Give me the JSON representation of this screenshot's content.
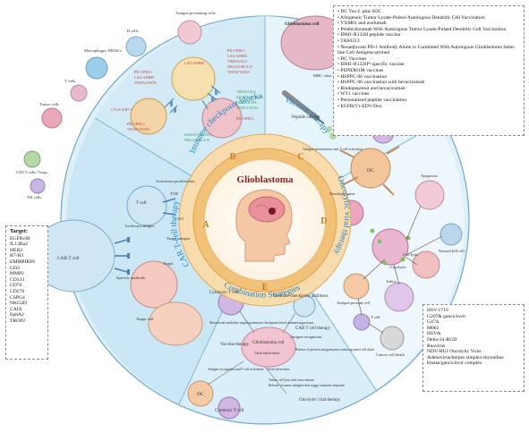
{
  "colors": {
    "sector_a": "#bfe3f3",
    "sector_b": "#cfe9f6",
    "sector_c": "#dff1fa",
    "sector_d": "#e6f4fb",
    "sector_e": "#d6ecf7",
    "ring_outer": "#f7d7a8",
    "ring_inner": "#f3bf74",
    "center": "#ffffff",
    "title_red": "#8b1a1a",
    "arc_text": "#1f86c8",
    "cell_purple": "#b48fd0",
    "cell_blue": "#7db6e0",
    "cell_green": "#9ad07a"
  },
  "center": {
    "title": "Glioblastoma"
  },
  "sectors": {
    "a": {
      "letter": "A",
      "arc_label": "CAR T-cell therapy"
    },
    "b": {
      "letter": "B",
      "arc_label": "Immune checkpoint blockade"
    },
    "c": {
      "letter": "C",
      "arc_label": "Vaccine therapy"
    },
    "d": {
      "letter": "D",
      "arc_label": "Oncolytic viral therapy"
    },
    "e": {
      "letter": "E",
      "arc_label": "Combination Strategies"
    }
  },
  "checkpoint": {
    "labels": [
      "B cells",
      "Antigen presenting cells",
      "Macrophages /MDSCs",
      "T cells",
      "Tumor cells",
      "CD4 T cells /Tregs",
      "NK cells"
    ],
    "molecules": [
      {
        "text": "PD-1/PDL1",
        "color": "#c0392b"
      },
      {
        "text": "LAG-3/MHC",
        "color": "#c0392b"
      },
      {
        "text": "TIM3/GAL9",
        "color": "#c0392b"
      },
      {
        "text": "NKG2A/HLA-E",
        "color": "#c0392b"
      },
      {
        "text": "VISTA/VSIG3",
        "color": "#c0392b"
      },
      {
        "text": "PD-1/PDL1",
        "color": "#c0392b"
      },
      {
        "text": "LAG-3/MHC",
        "color": "#c0392b"
      },
      {
        "text": "VISTA/VISTA",
        "color": "#c0392b"
      },
      {
        "text": "CTLA-4/B7-1",
        "color": "#c0392b"
      },
      {
        "text": "LAG-3/MHC",
        "color": "#c0392b"
      },
      {
        "text": "PD-1/PDL1",
        "color": "#c0392b"
      },
      {
        "text": "TIM3/GAL9",
        "color": "#2e9b4a"
      },
      {
        "text": "SIGLEC/SIGLEC",
        "color": "#2e9b4a"
      },
      {
        "text": "GITR/GITRL",
        "color": "#2e9b4a"
      },
      {
        "text": "TIGIT/CD155",
        "color": "#2e9b4a"
      },
      {
        "text": "PD-1/PDL1",
        "color": "#c0392b"
      },
      {
        "text": "VISTA/VISTA",
        "color": "#c0392b"
      },
      {
        "text": "SIGLEC/SIGLEC",
        "color": "#2e9b4a"
      },
      {
        "text": "NKG2A/HLA-E",
        "color": "#2e9b4a"
      }
    ]
  },
  "vaccine": {
    "labels": [
      "Glioblastoma cell",
      "Tumor antigen",
      "MHC class I",
      "TCR",
      "CD3",
      "Cytotoxic T cell",
      "Peptide vaccine",
      "Antigen presentation and T cell activation",
      "MHC class II",
      "DC"
    ],
    "list": [
      "DC Vax-L plus SOC",
      "Allogeneic Tumor Lysate-Pulsed Autologous Dendritic Cell Vaccination",
      "VXM01 and avelumab",
      "Pembrolizumab With Autologous Tumor Lysate-Pulsed Dendritic Cell Vaccination",
      "IDH1-R132H peptide vaccine",
      "TAS0313",
      "Neoadjuvant PD-1 Antibody Alone or Combined With Autologous Glioblastoma Stem-like Cell Antigens-primed",
      "DC Vaccines",
      "IDH1-R132H*-specific vaccine",
      "PEPIDH1M vaccines",
      "HSPPC-96 vaccination",
      "HSPPC-96 vaccination with bevacizumab",
      "Rindopepimut and bevacizumab",
      "WT1 vaccines",
      "Personalized peptide vaccination",
      "EGFR(V)-EDV-Dox"
    ]
  },
  "car": {
    "labels": [
      "CAR T cell",
      "T cell",
      "Activation proliferation",
      "TCR",
      "CD3",
      "Target",
      "Target antigen",
      "Irrelevant antigen",
      "Specific antibody",
      "Target cell"
    ],
    "targets_title": "Target:",
    "targets": [
      "EGFRvIII",
      "IL13Ra2",
      "HER2",
      "B7-H3",
      "EMMPIRIN",
      "GD2",
      "MMP2",
      "CD133",
      "CD70",
      "CD276",
      "CSPG4",
      "NKG2D",
      "CAIX",
      "EphA2",
      "TROP2"
    ]
  },
  "oncolytic": {
    "labels": [
      "Oncolytic virus",
      "Apoptosis",
      "Natural kill cell",
      "Cytolysis",
      "Cell lysis",
      "Infect",
      "Antigen present cell",
      "T cell",
      "Cancer cell death"
    ],
    "viruses": [
      "HSV-1716",
      "G207& ganciclovir",
      "G47Δ",
      "M002",
      "HSVtk",
      "Delta-24-RGD",
      "Reovirus",
      "NDV-HUJ Oncolytic Virus",
      "Adenovirus/herpes simplex-thymidine kinase/ganciclovir complex"
    ]
  },
  "combination": {
    "labels": [
      "Cytotoxic T cell",
      "Immune-checkpoint inhibitors",
      "CAR T cell therapy",
      "Monoclonal antibodies targeting immune checkpoints block immunosuppression",
      "Antigen recognition",
      "Glioblastoma cell",
      "Viral replication",
      "Viral infection",
      "Release of perforin and granzymes inducing tumor cell death",
      "Tumor cell lysis and virus release",
      "Release of tumor antigens that trigger immune response",
      "Vaccine therapy",
      "Antigen recognition and T cell activation",
      "DC",
      "Cytotoxic T cell",
      "Oncolytic viral therapy"
    ]
  }
}
